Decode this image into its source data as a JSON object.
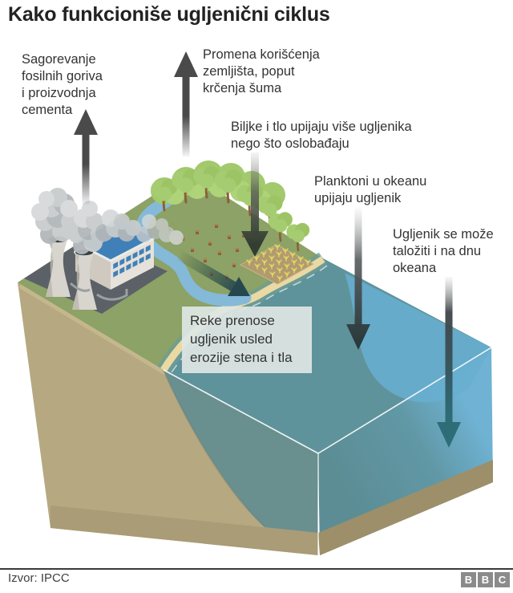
{
  "title": "Kako funkcioniše ugljenični ciklus",
  "labels": {
    "fossil_fuels": "Sagorevanje\nfosilnih goriva\ni proizvodnja\ncementa",
    "land_use": "Promena korišćenja\nzemljišta, poput\nkrčenja šuma",
    "plants_soil": "Biljke i tlo upijaju više ugljenika\nnego što oslobađaju",
    "plankton": "Planktoni u okeanu\nupijaju ugljenik",
    "seabed": "Ugljenik se može\ntaložiti i na dnu\nokeana",
    "rivers": "Reke prenose\nugljenik usled\nerozije stena i tla"
  },
  "footer": {
    "source": "Izvor: IPCC",
    "logo_letters": [
      "B",
      "B",
      "C"
    ]
  },
  "colors": {
    "land": "#8ca266",
    "ocean_surface": "#5f939b",
    "deep_water": "#68aecf",
    "coast_sand": "#ead9a2",
    "river": "#85b9d8",
    "soil": "#b6a880",
    "arrow_dark": "#4a4a4a",
    "arrow_teal": "#2d6e79",
    "factory_roof": "#3f80b8",
    "smoke": "#c2c6c8",
    "text": "#333333",
    "bbc_gray": "#8b8b8b"
  },
  "scene": {
    "type": "isometric carbon-cycle block diagram",
    "elements": [
      "power-plant",
      "cooling-towers",
      "smoke-plumes",
      "forest",
      "tree-stumps",
      "crop-field",
      "river",
      "beach",
      "ocean",
      "seabed",
      "flux-arrows"
    ]
  }
}
